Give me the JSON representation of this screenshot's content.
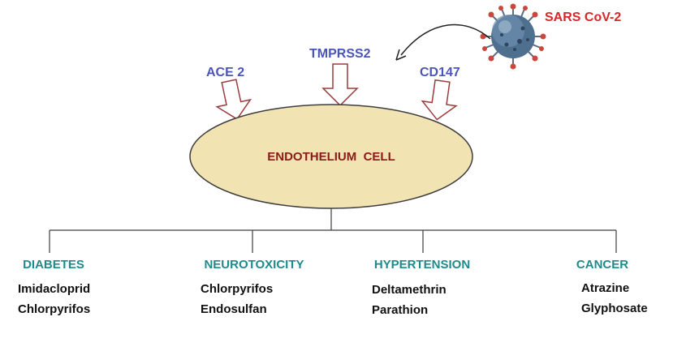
{
  "virus": {
    "label": "SARS CoV-2",
    "icon": "coronavirus-icon"
  },
  "receptors": [
    "ACE 2",
    "TMPRSS2",
    "CD147"
  ],
  "cell": {
    "label": "ENDOTHELIUM  CELL"
  },
  "diseases": [
    {
      "name": "DIABETES",
      "chemicals": [
        "Imidacloprid",
        "Chlorpyrifos"
      ]
    },
    {
      "name": "NEUROTOXICITY",
      "chemicals": [
        "Chlorpyrifos",
        "Endosulfan"
      ]
    },
    {
      "name": "HYPERTENSION",
      "chemicals": [
        "Deltamethrin",
        "Parathion"
      ]
    },
    {
      "name": "CANCER",
      "chemicals": [
        "Atrazine",
        "Glyphosate"
      ]
    }
  ],
  "colors": {
    "receptor_text": "#4b55b8",
    "virus_text": "#d9262b",
    "cell_text": "#8b1a1a",
    "cell_fill": "#f2e3b2",
    "disease_text": "#1f8a8a",
    "arrow_stroke": "#9b3b3b"
  }
}
